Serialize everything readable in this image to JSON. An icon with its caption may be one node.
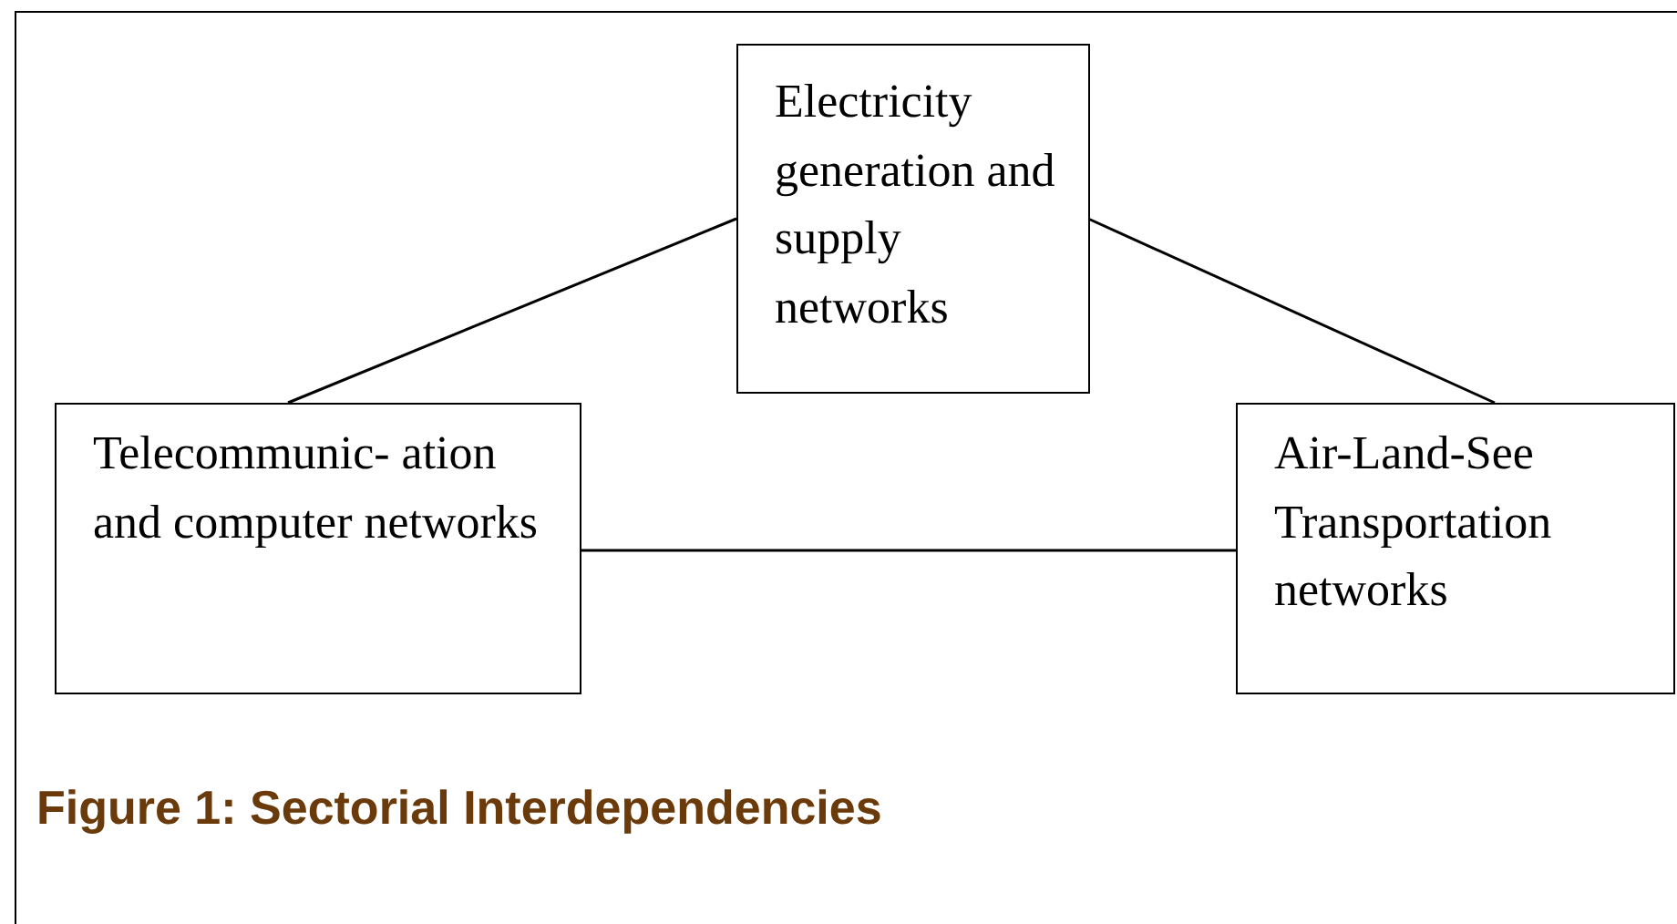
{
  "diagram": {
    "caption": "Figure 1: Sectorial Interdependencies",
    "nodes": [
      {
        "text": [
          "Electricity generation and supply networks"
        ]
      },
      {
        "text": [
          "Telecommunic- ation and computer networks"
        ]
      },
      {
        "text": [
          "Air-Land-See Transportation networks"
        ]
      }
    ],
    "edges": [
      {
        "from": 1,
        "to": 0,
        "arrow": "none"
      },
      {
        "from": 0,
        "to": 2,
        "arrow": "none"
      },
      {
        "from": 1,
        "to": 2,
        "arrow": "none"
      }
    ]
  }
}
